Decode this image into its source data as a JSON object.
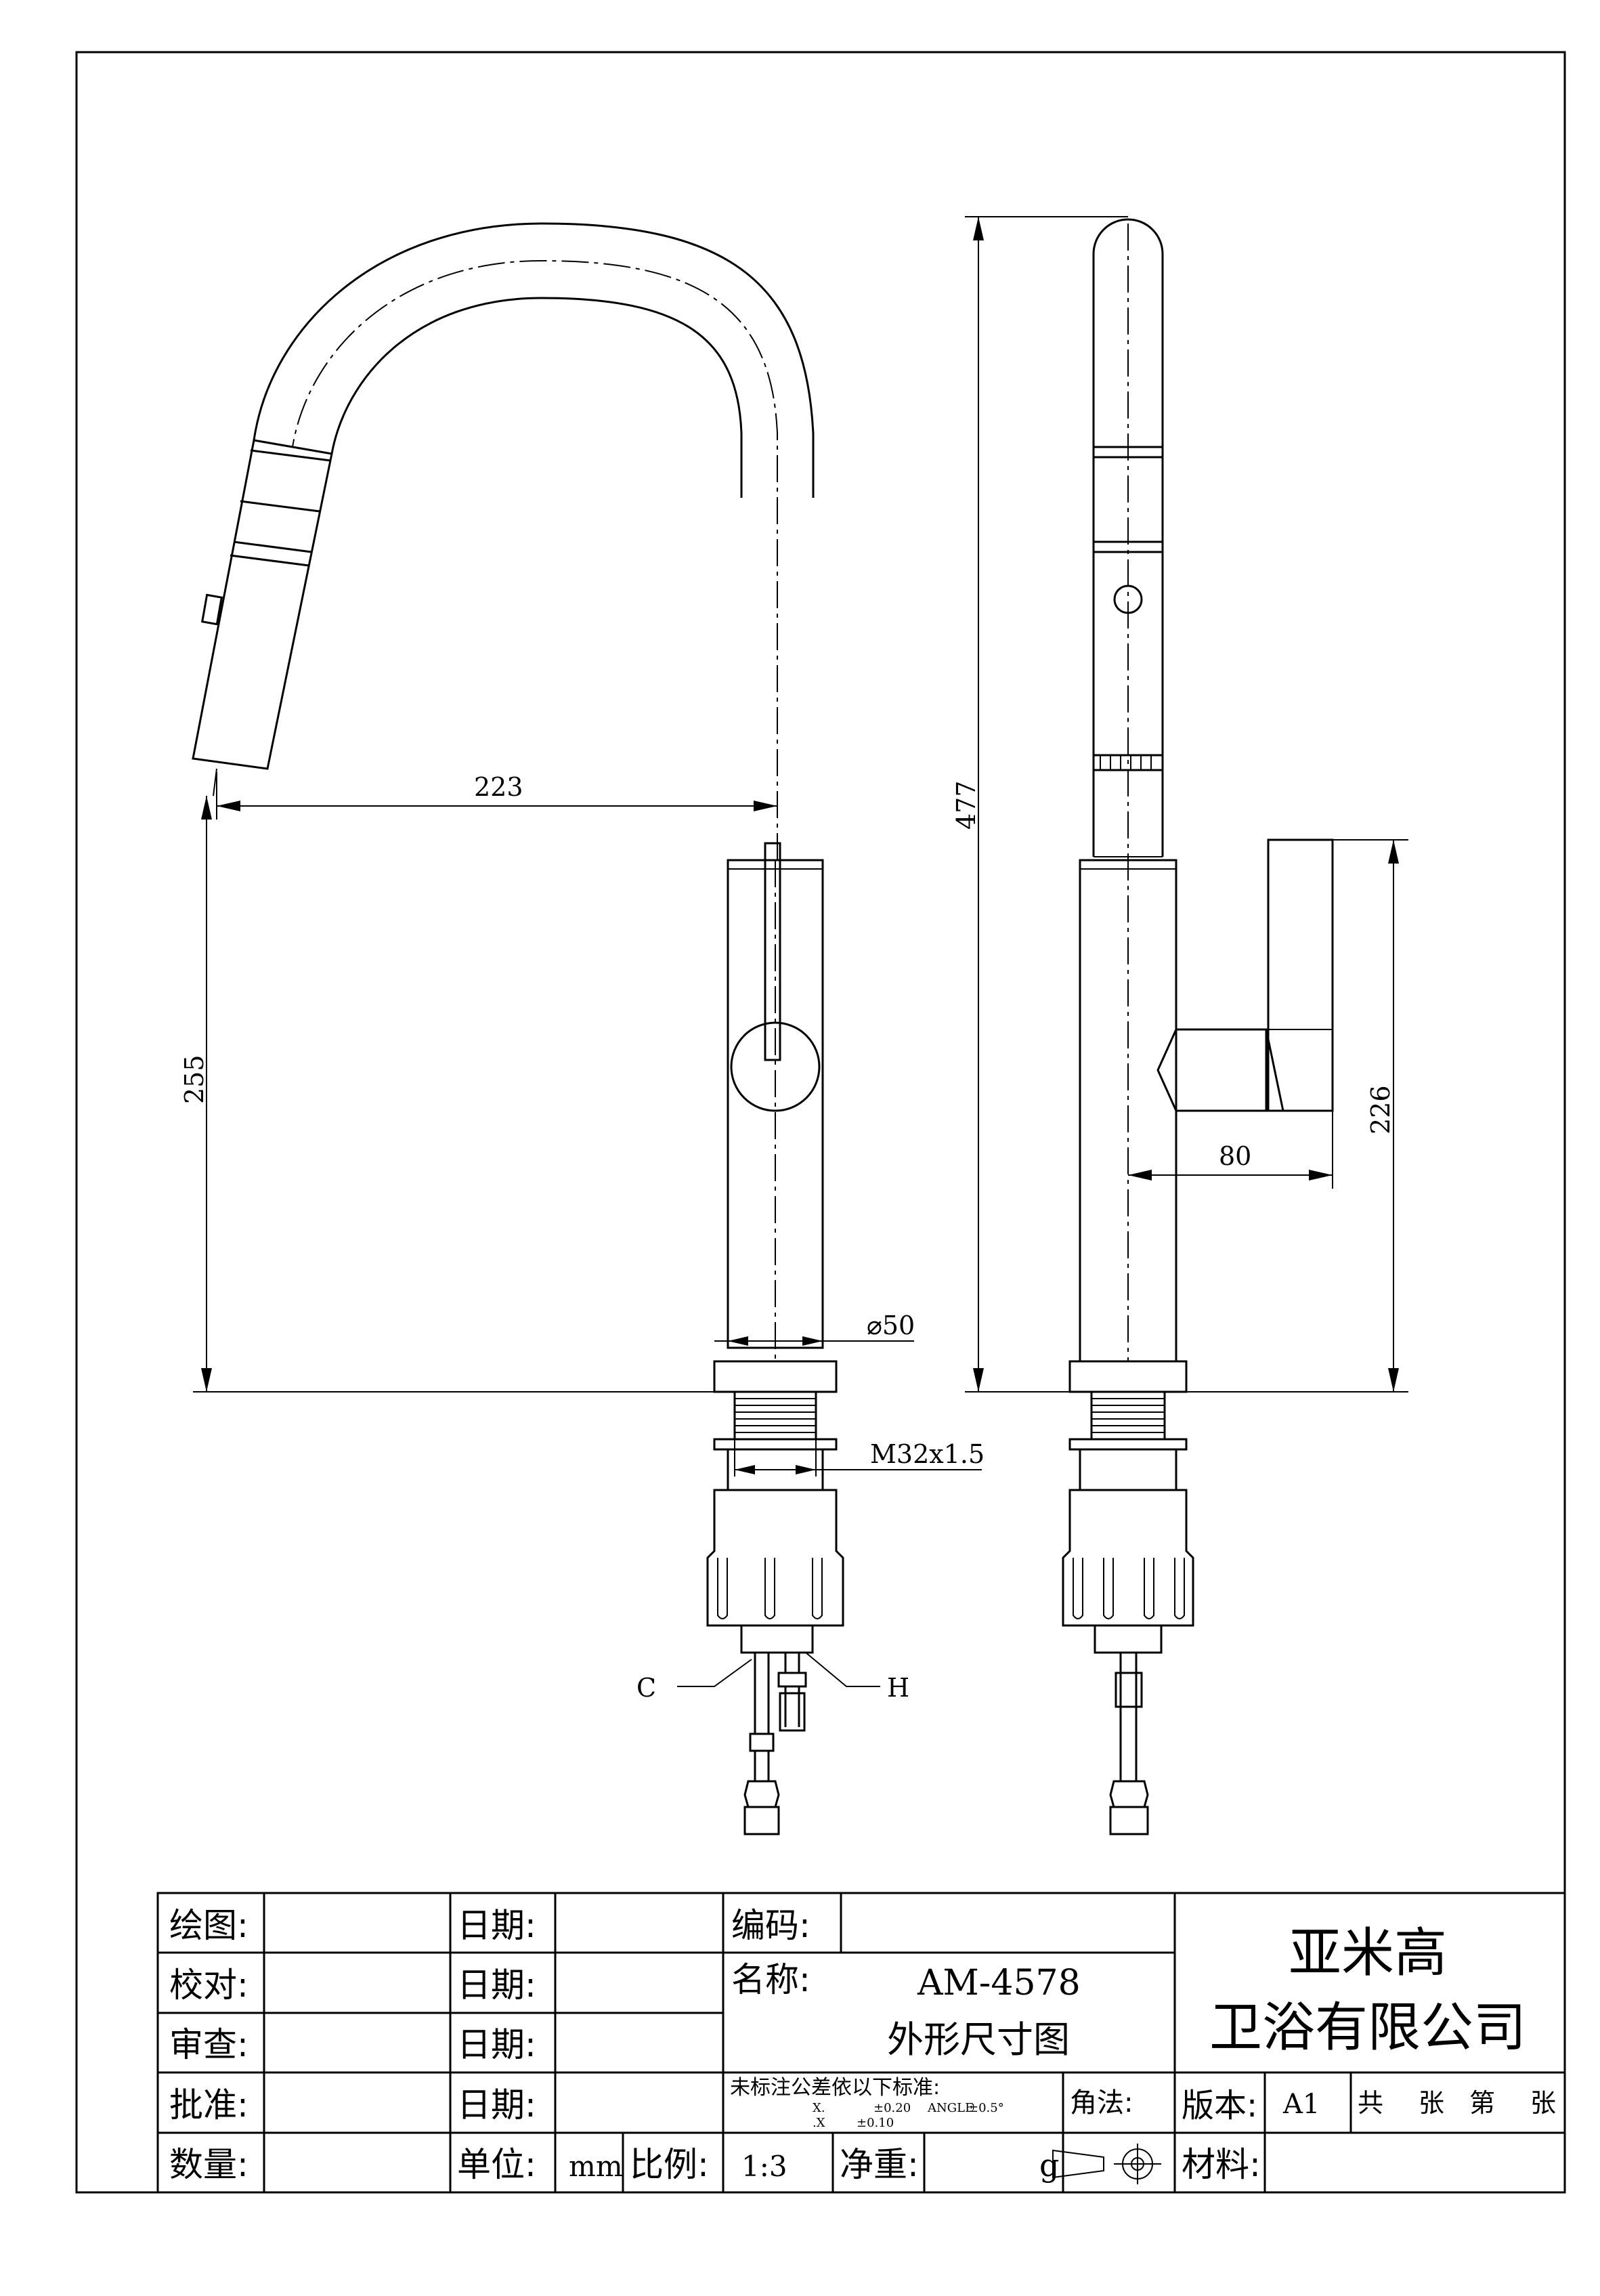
{
  "dimensions": {
    "reach": "223",
    "spout_height": "255",
    "total_height": "477",
    "handle_height": "226",
    "handle_offset": "80",
    "base_diameter": "⌀50",
    "thread": "M32x1.5",
    "cold_label": "C",
    "hot_label": "H"
  },
  "title_block": {
    "drawn_label": "绘图:",
    "checked_label": "校对:",
    "reviewed_label": "审查:",
    "approved_label": "批准:",
    "quantity_label": "数量:",
    "date_label": "日期:",
    "unit_label": "单位:",
    "unit_value": "mm",
    "scale_label": "比例:",
    "scale_value": "1:3",
    "code_label": "编码:",
    "name_label": "名称:",
    "model": "AM-4578",
    "drawing_title": "外形尺寸图",
    "tolerance_title": "未标注公差依以下标准:",
    "tol_row1_a": "X.",
    "tol_row1_b": "±0.20",
    "tol_row1_c": "ANGLE",
    "tol_row1_d": "±0.5°",
    "tol_row2_a": ".X",
    "tol_row2_b": "±0.10",
    "net_weight_label": "净重:",
    "net_weight_unit": "g",
    "projection_label": "角法:",
    "version_label": "版本:",
    "version_value": "A1",
    "sheets_total": "共",
    "sheets_unit": "张",
    "sheet_number": "第",
    "sheet_unit2": "张",
    "material_label": "材料:",
    "company_line1": "亚米高",
    "company_line2": "卫浴有限公司"
  }
}
